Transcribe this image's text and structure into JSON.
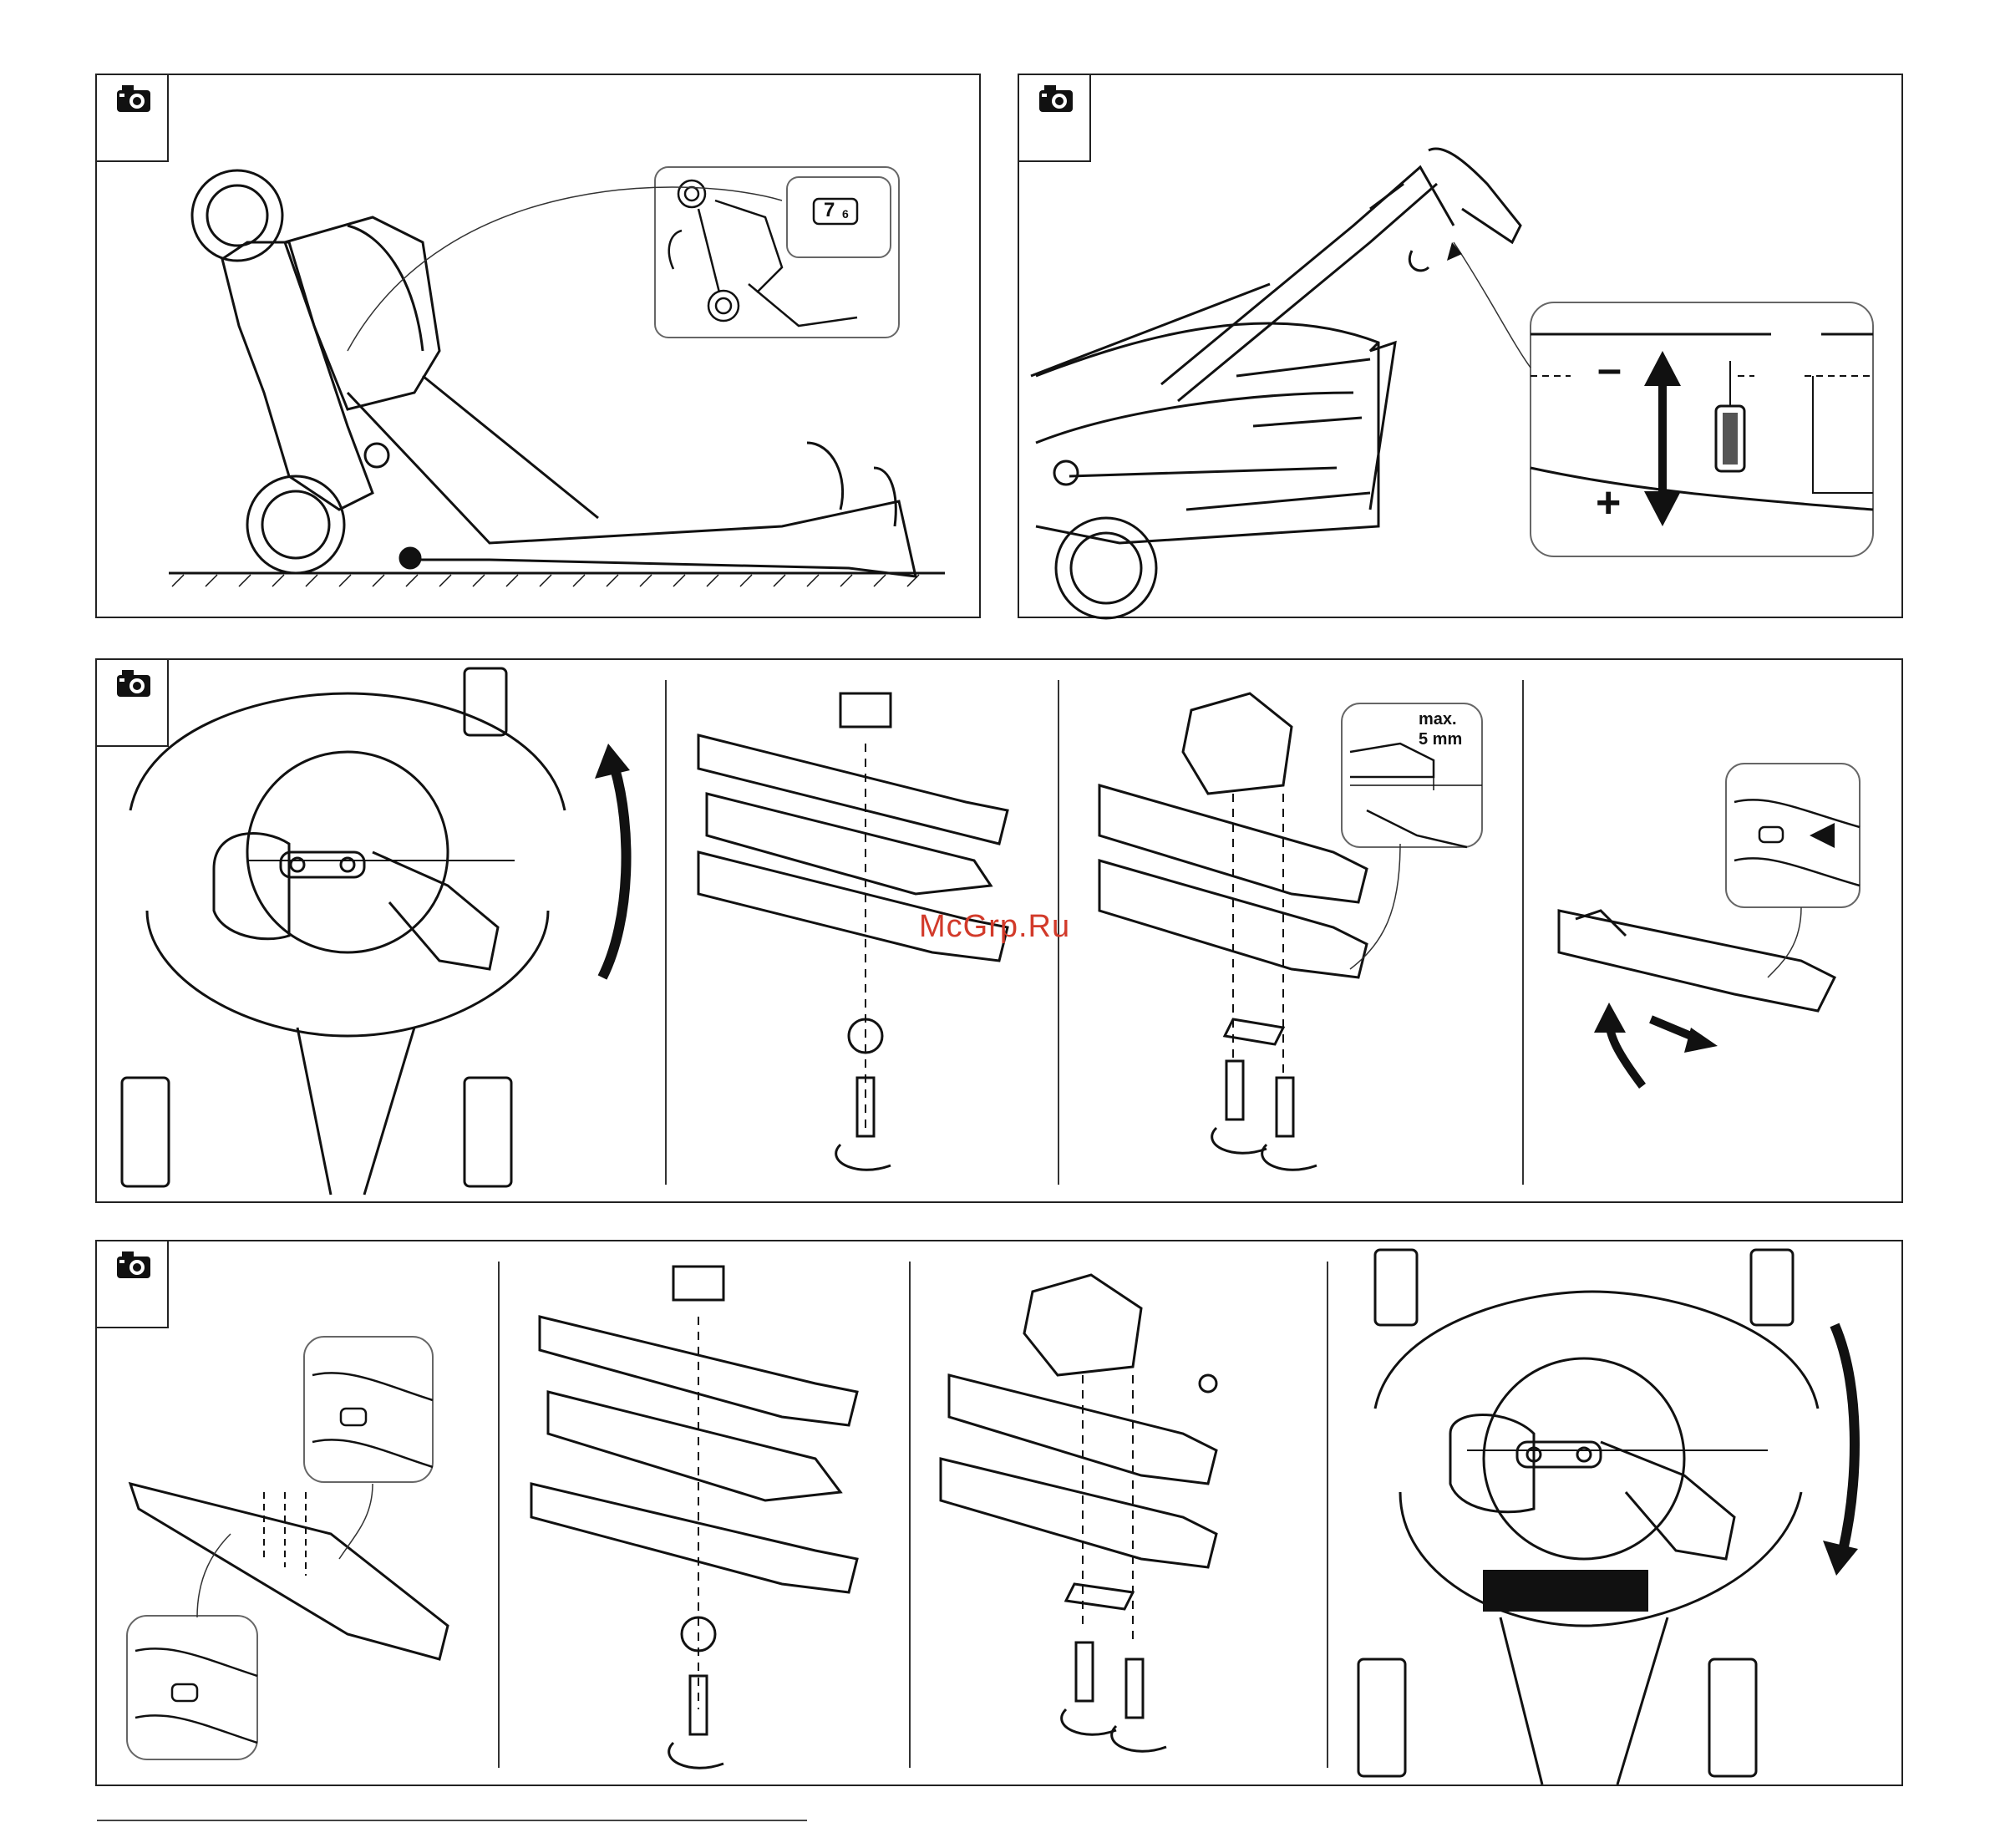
{
  "watermark": "McGrp.Ru",
  "labels": {
    "height_minus": "–",
    "height_plus": "+",
    "max_label": "max.",
    "max_value": "5 mm",
    "gear_hint_primary": "7",
    "gear_hint_secondary": "6"
  },
  "icons": [
    "camera-icon"
  ]
}
